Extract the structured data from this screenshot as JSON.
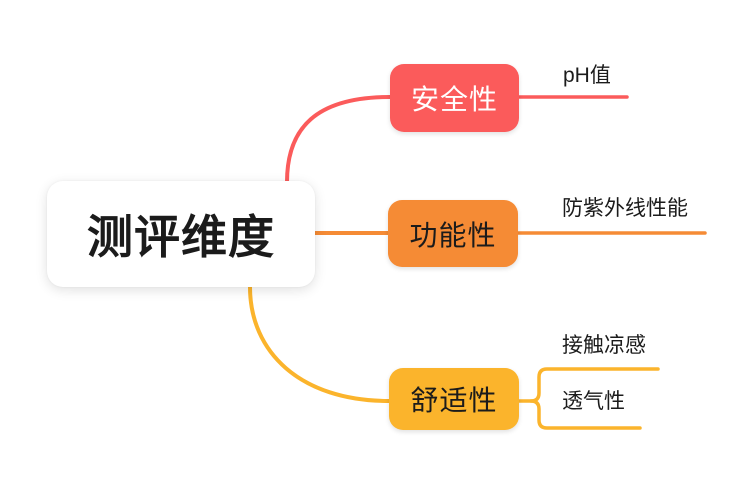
{
  "mindmap": {
    "root": {
      "label": "测评维度"
    },
    "branches": [
      {
        "label": "安全性",
        "color": "#FB5B5B",
        "children": [
          {
            "label": "pH值"
          }
        ]
      },
      {
        "label": "功能性",
        "color": "#F58B35",
        "children": [
          {
            "label": "防紫外线性能"
          }
        ]
      },
      {
        "label": "舒适性",
        "color": "#FBB42C",
        "children": [
          {
            "label": "接触凉感"
          },
          {
            "label": "透气性"
          }
        ]
      }
    ]
  },
  "colors": {
    "red": "#FB5B5B",
    "orange": "#F58B35",
    "yellow": "#FBB42C",
    "canvas_bg": "#FFFFFF",
    "text_dark": "#1B1B1B",
    "text_light": "#FFFFFF"
  }
}
